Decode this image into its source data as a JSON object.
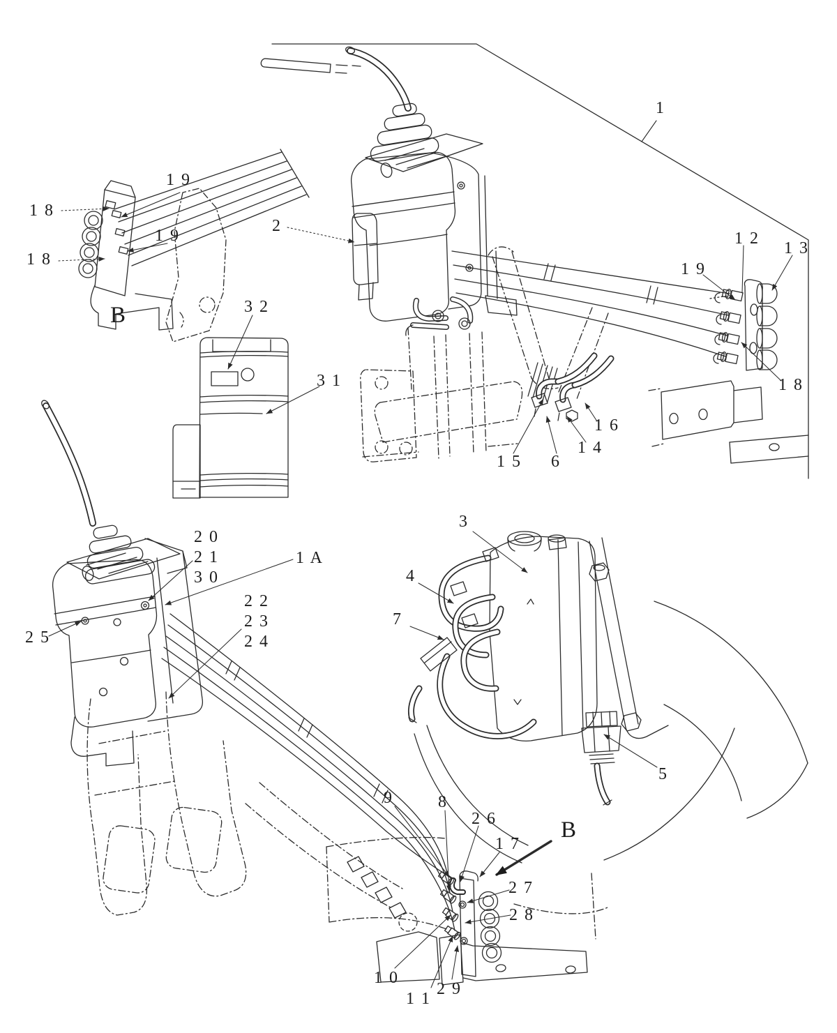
{
  "callouts": {
    "c1": "1",
    "c2": "2",
    "c3": "3",
    "c4": "4",
    "c5": "5",
    "c6": "6",
    "c7": "7",
    "c8": "8",
    "c9": "9",
    "c10": "1 0",
    "c11": "1 1",
    "c12": "1 2",
    "c13": "1 3",
    "c14": "1 4",
    "c15": "1 5",
    "c16": "1 6",
    "c17": "1 7",
    "c18a": "1 8",
    "c18b": "1 8",
    "c18c": "1 8",
    "c19a": "1 9",
    "c19b": "1 9",
    "c19c": "1 9",
    "c20": "2 0",
    "c21": "2 1",
    "c22": "2 2",
    "c23": "2 3",
    "c24": "2 4",
    "c25": "2 5",
    "c26": "2 6",
    "c27": "2 7",
    "c28": "2 8",
    "c29": "2 9",
    "c30": "3 0",
    "c31": "3 1",
    "c32": "3 2",
    "c1a": "1 A",
    "detail_b": "B",
    "detail_b_arrow": "B"
  }
}
